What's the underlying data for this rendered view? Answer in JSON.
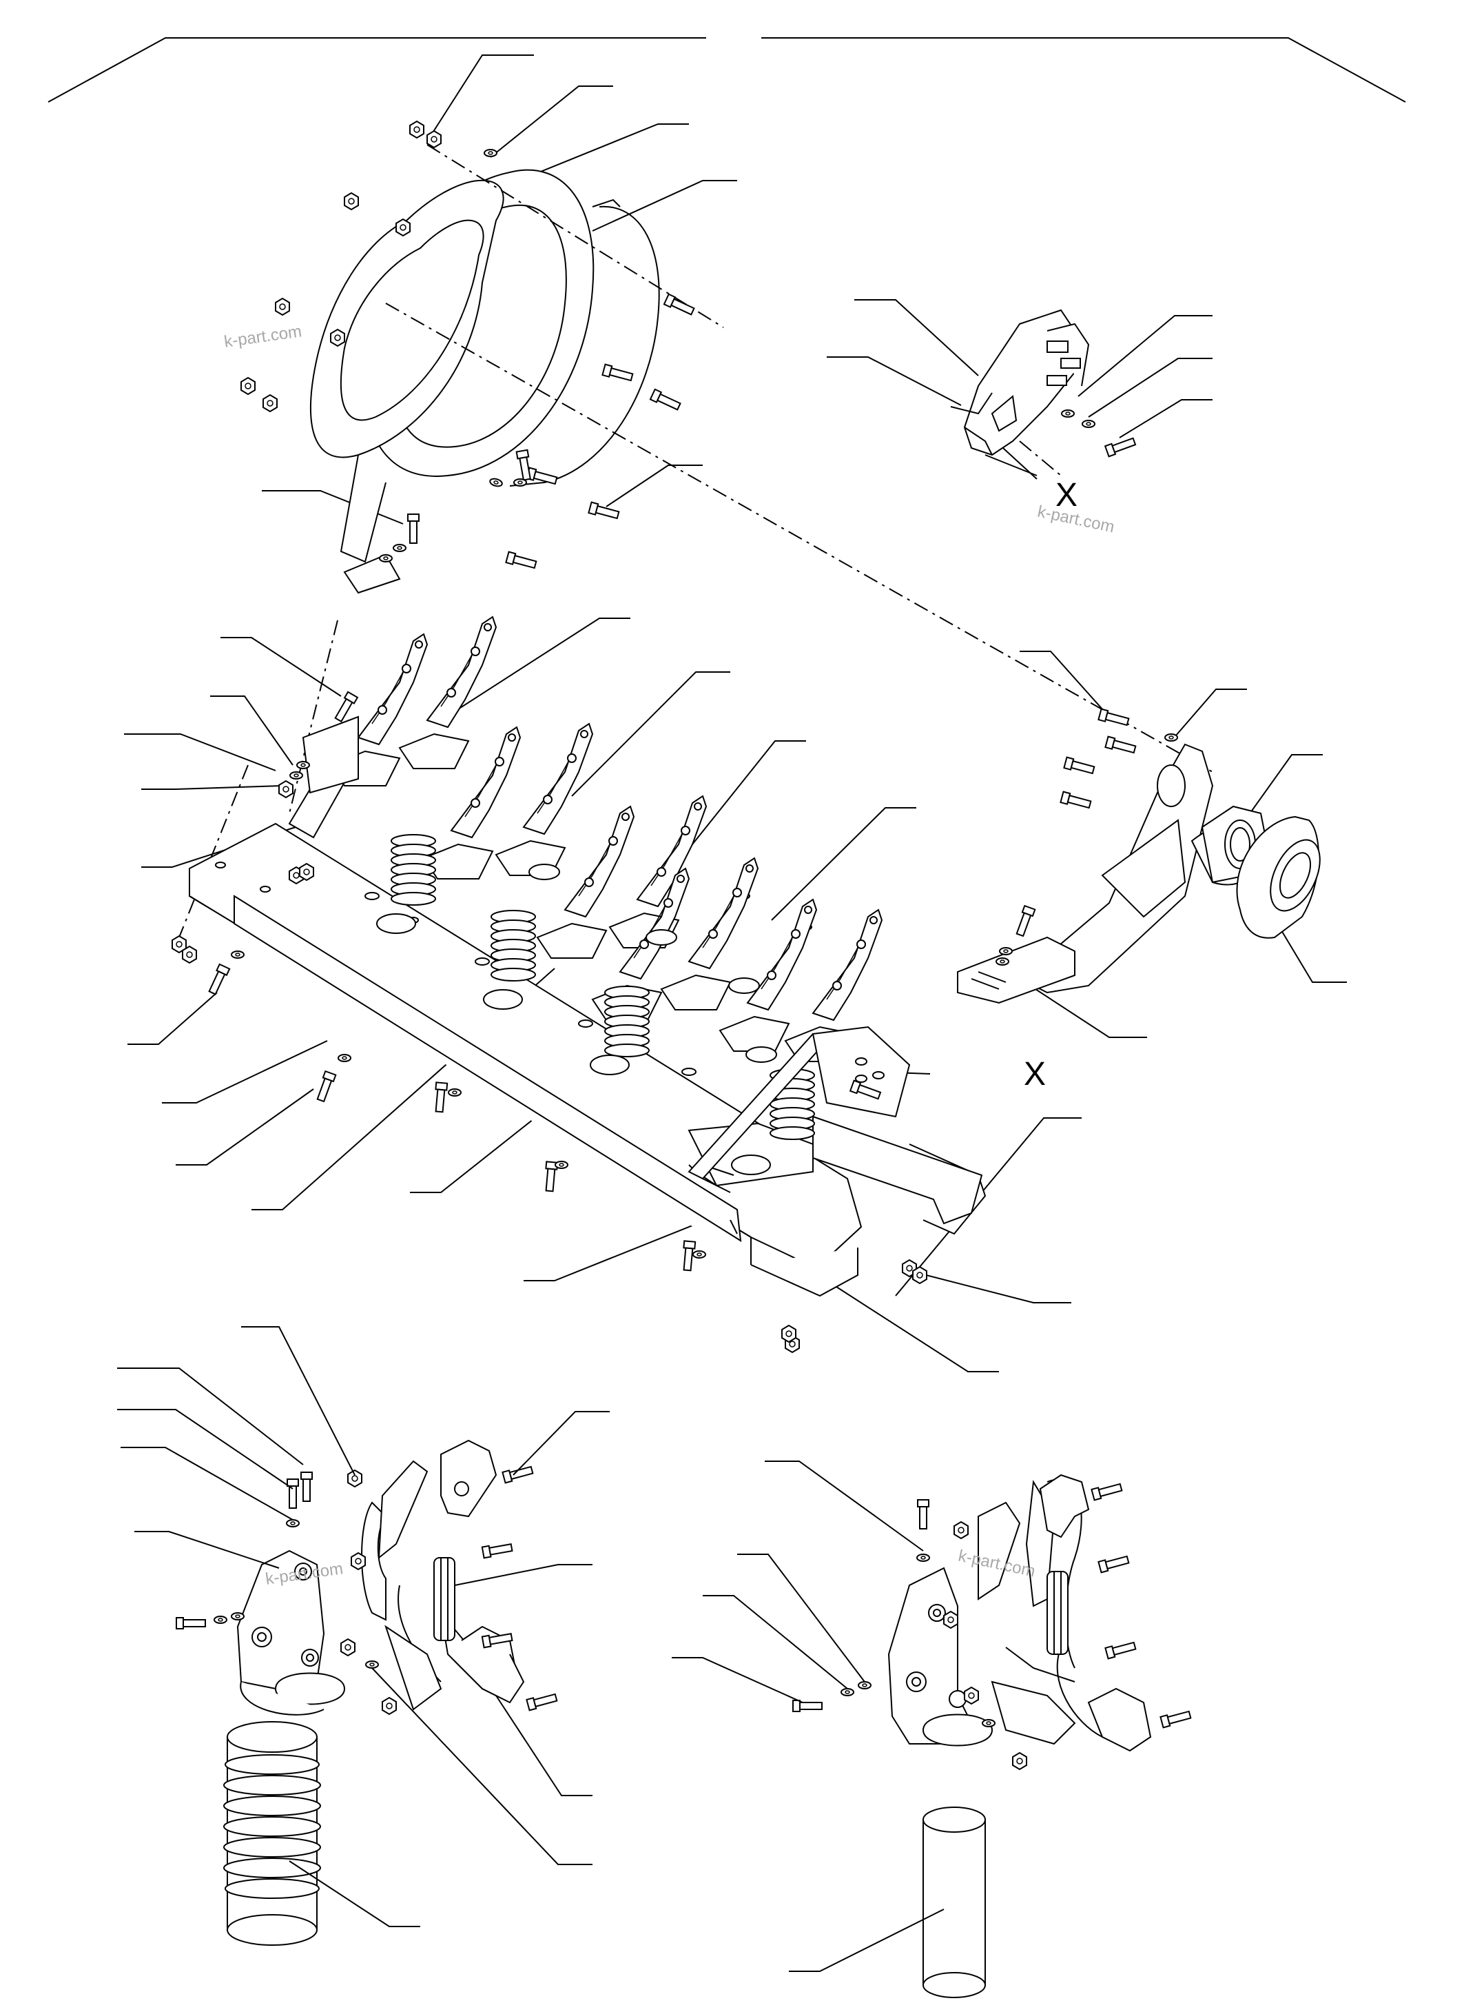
{
  "diagram": {
    "callout_letters": {
      "detail_x_top": "X",
      "detail_x_body": "X"
    },
    "watermarks": {
      "top_left": "k-part.com",
      "top_right": "k-part.com",
      "bottom_left": "k-part.com",
      "bottom_right": "k-part.com"
    },
    "views": [
      "main-assembly-exploded-view",
      "detail-x-view",
      "end-plate-exploded-view",
      "left-tine-holder-view",
      "right-tine-holder-view"
    ],
    "colors": {
      "line": "#000000",
      "watermark": "#a8a8a8",
      "background": "#ffffff"
    }
  }
}
